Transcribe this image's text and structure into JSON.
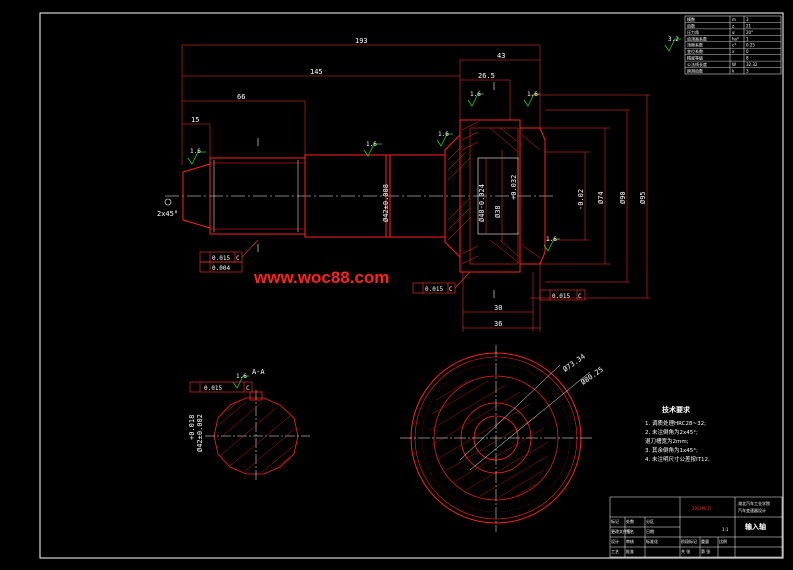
{
  "colors": {
    "background": "#000000",
    "frame": "#ffffff",
    "part": "#ff2020",
    "dimension": "#ff4040",
    "roughness": "#20e020",
    "text": "#ffffff"
  },
  "watermark": "www.woc88.com",
  "dimensions": {
    "total_length": "193",
    "length_145": "145",
    "length_66": "66",
    "length_15": "15",
    "length_43": "43",
    "length_26_5": "26.5",
    "length_30": "30",
    "length_36": "36",
    "chamfer": "2x45°",
    "dia_shaft": "Ø42±0.008",
    "dia_bore_a": "Ø40-0.024",
    "dia_bore_b": "Ø38",
    "dia_74": "Ø74",
    "dia_90": "Ø90",
    "dia_95": "Ø95",
    "tol_upper": "+0.032",
    "tol_lower": "-0.02",
    "spline_dia": "Ø42±0.002",
    "spline_tol": "+0.018",
    "gear_tip": "Ø73.34",
    "gear_root": "Ø80.25"
  },
  "roughness": {
    "r1": "1.6",
    "r2": "1.6",
    "r3": "1.6",
    "r4": "1.6",
    "r5": "1.6",
    "r6": "1.6",
    "r7": "3.2",
    "r8": "1.6"
  },
  "section_label": "A-A",
  "tolerances": {
    "runout_1": "0.015",
    "runout_1_ref": "C",
    "flat_1": "0.004",
    "runout_2": "0.015",
    "runout_2_ref": "C",
    "runout_3": "0.015",
    "runout_3_ref": "C",
    "parallel": "0.015",
    "parallel_ref": "C"
  },
  "param_table": [
    [
      "模数",
      "m",
      "3"
    ],
    [
      "齿数",
      "z",
      "21"
    ],
    [
      "压力角",
      "α",
      "20°"
    ],
    [
      "齿顶高系数",
      "ha*",
      "1"
    ],
    [
      "顶隙系数",
      "c*",
      "0.25"
    ],
    [
      "变位系数",
      "x",
      "0"
    ],
    [
      "精度等级",
      "",
      "8"
    ],
    [
      "公法线长度",
      "W",
      "32.32"
    ],
    [
      "跨测齿数",
      "k",
      "3"
    ]
  ],
  "tech_req": {
    "title": "技术要求",
    "items": [
      "1. 调质处理HRC28~32;",
      "2. 未注倒角为2x45°;",
      "   退刀槽宽为2mm;",
      "3. 其余倒角为1x45°;",
      "4. 未注明尺寸公差按IT12."
    ]
  },
  "title_block": {
    "material": "20CrMnTi",
    "school": "湖北汽车工业学院",
    "project": "汽车变速器设计",
    "part_name": "输入轴",
    "labels": [
      "标记",
      "处数",
      "分区",
      "更改文件号",
      "签名",
      "日期",
      "设计",
      "审核",
      "工艺",
      "批准",
      "标准化",
      "阶段标记",
      "重量",
      "比例",
      "共 张",
      "第 张"
    ],
    "scale": "1:1"
  }
}
